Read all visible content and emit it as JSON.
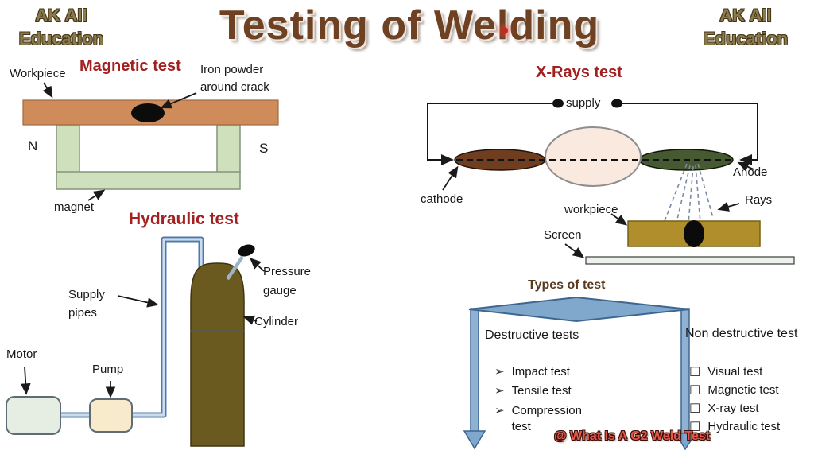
{
  "header": {
    "title": "Testing of Welding",
    "brand_left": {
      "line1": "AK All",
      "line2": "Education"
    },
    "brand_right": {
      "line1": "AK All",
      "line2": "Education"
    }
  },
  "magnetic": {
    "title": "Magnetic test",
    "labels": {
      "workpiece": "Workpiece",
      "iron_powder_line1": "Iron powder",
      "iron_powder_line2": "around crack",
      "north": "N",
      "south": "S",
      "magnet": "magnet"
    }
  },
  "xray": {
    "title": "X-Rays test",
    "labels": {
      "supply": "supply",
      "cathode": "cathode",
      "anode": "Anode",
      "workpiece": "workpiece",
      "rays": "Rays",
      "screen": "Screen"
    }
  },
  "hydraulic": {
    "title": "Hydraulic test",
    "labels": {
      "supply_pipes_line1": "Supply",
      "supply_pipes_line2": "pipes",
      "motor": "Motor",
      "pump": "Pump",
      "pressure_gauge_line1": "Pressure",
      "pressure_gauge_line2": "gauge",
      "cylinder": "Cylinder"
    }
  },
  "types": {
    "title": "Types of test",
    "destructive": {
      "heading": "Destructive tests",
      "bullet": "➢",
      "items": [
        "Impact test",
        "Tensile test",
        "Compression test"
      ]
    },
    "non_destructive": {
      "heading": "Non destructive test",
      "bullet": "☐",
      "items": [
        "Visual test",
        "Magnetic test",
        "X-ray test",
        "Hydraulic test"
      ]
    }
  },
  "watermark": "@ What Is A G2 Weld Test",
  "colors": {
    "title_brown": "#6E4123",
    "section_red": "#A32020",
    "types_brown": "#5A3A1E",
    "brand_olive": "#8A7B4F",
    "workpiece_orange": "#CF8B59",
    "magnet_green": "#CFE0BD",
    "cathode_brown": "#6F3D1F",
    "anode_green": "#465930",
    "tube_pink": "#F9E9DF",
    "xray_workpiece_gold": "#B18E2C",
    "cylinder_olive": "#6B5A20",
    "pipe_blue": "#4E79A8",
    "flow_arrow_blue": "#7FA8CC",
    "watermark_red": "#E4574A"
  }
}
